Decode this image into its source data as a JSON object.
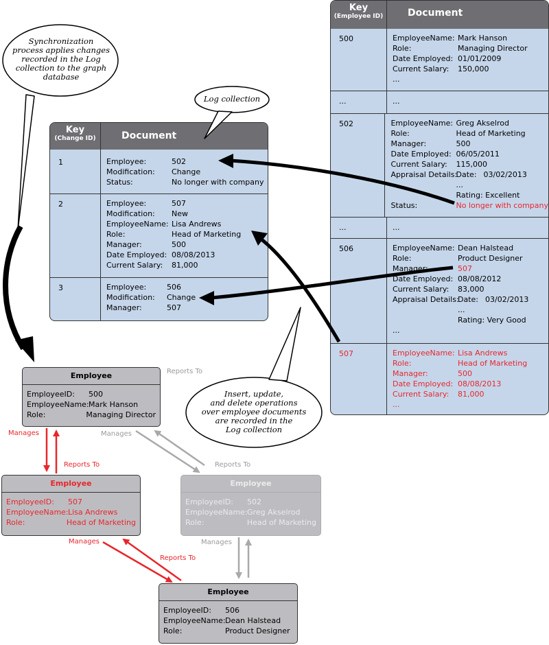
{
  "callouts": {
    "sync": [
      "Synchronization",
      "process applies changes",
      "recorded in the Log",
      "collection to the graph",
      "database"
    ],
    "log": "Log collection",
    "ops": [
      "Insert, update,",
      "and delete operations",
      "over employee documents",
      "are recorded in the",
      "Log collection"
    ]
  },
  "log_table": {
    "key_header": "Key",
    "key_sub": "(Change ID)",
    "doc_header": "Document",
    "rows": [
      {
        "key": "1",
        "fields": [
          [
            "Employee:",
            "502"
          ],
          [
            "Modification:",
            "Change"
          ],
          [
            "Status:",
            "No longer with company"
          ]
        ]
      },
      {
        "key": "2",
        "fields": [
          [
            "Employee:",
            "507"
          ],
          [
            "Modification:",
            "New"
          ],
          [
            "EmployeeName:",
            "Lisa Andrews"
          ],
          [
            "Role:",
            "Head of Marketing"
          ],
          [
            "Manager:",
            "500"
          ],
          [
            "Date Employed:",
            "08/08/2013"
          ],
          [
            "Current Salary:",
            "81,000"
          ]
        ]
      },
      {
        "key": "3",
        "fields": [
          [
            "Employee:",
            "506"
          ],
          [
            "Modification:",
            "Change"
          ],
          [
            "Manager:",
            "507"
          ]
        ]
      }
    ]
  },
  "emp_table": {
    "key_header": "Key",
    "key_sub": "(Employee ID)",
    "doc_header": "Document",
    "r500": {
      "key": "500",
      "fields": [
        [
          "EmployeeName:",
          "Mark Hanson"
        ],
        [
          "Role:",
          "Managing Director"
        ],
        [
          "Date Employed:",
          "01/01/2009"
        ],
        [
          "Current Salary:",
          "150,000"
        ]
      ],
      "more": "..."
    },
    "gap1": {
      "key": "...",
      "doc": "..."
    },
    "r502": {
      "key": "502",
      "fields": [
        [
          "EmployeeName:",
          "Greg Akselrod"
        ],
        [
          "Role:",
          "Head of Marketing"
        ],
        [
          "Manager:",
          "500"
        ],
        [
          "Date Employed:",
          "06/05/2011"
        ],
        [
          "Current Salary:",
          "115,000"
        ]
      ],
      "appraisal_label": "Appraisal Details:",
      "date_label": "Date:",
      "date_value": "03/02/2013",
      "ellipsis": "...",
      "rating": "Rating: Excellent",
      "status_label": "Status:",
      "status_value": "No longer with company"
    },
    "gap2": {
      "key": "...",
      "doc": "..."
    },
    "r506": {
      "key": "506",
      "fields": [
        [
          "EmployeeName:",
          "Dean Halstead"
        ],
        [
          "Role:",
          "Product Designer"
        ],
        [
          "Manager:",
          "507"
        ],
        [
          "Date Employed:",
          "08/08/2012"
        ],
        [
          "Current Salary:",
          "83,000"
        ]
      ],
      "appraisal_label": "Appraisal Details:",
      "date_label": "Date:",
      "date_value": "03/02/2013",
      "ellipsis": "...",
      "rating": "Rating: Very Good",
      "more": "..."
    },
    "r507": {
      "key": "507",
      "fields": [
        [
          "EmployeeName:",
          "Lisa Andrews"
        ],
        [
          "Role:",
          "Head of Marketing"
        ],
        [
          "Manager:",
          "500"
        ],
        [
          "Date Employed:",
          "08/08/2013"
        ],
        [
          "Current Salary:",
          "81,000"
        ]
      ],
      "more": "..."
    }
  },
  "graph": {
    "box_title": "Employee",
    "n500": [
      [
        "EmployeeID:",
        "500"
      ],
      [
        "EmployeeName:",
        "Mark Hanson"
      ],
      [
        "Role:",
        "Managing Director"
      ]
    ],
    "n507": [
      [
        "EmployeeID:",
        "507"
      ],
      [
        "EmployeeName:",
        "Lisa Andrews"
      ],
      [
        "Role:",
        "Head of Marketing"
      ]
    ],
    "n502": [
      [
        "EmployeeID:",
        "502"
      ],
      [
        "EmployeeName:",
        "Greg Akselrod"
      ],
      [
        "Role:",
        "Head of Marketing"
      ]
    ],
    "n506": [
      [
        "EmployeeID:",
        "506"
      ],
      [
        "EmployeeName:",
        "Dean Halstead"
      ],
      [
        "Role:",
        "Product Designer"
      ]
    ],
    "edges": {
      "reports_to": "Reports To",
      "manages": "Manages"
    }
  },
  "colors": {
    "red": "#e8262c",
    "table_fill": "#c5d6ea",
    "header_fill": "#6f6f73",
    "box_fill": "#bdbdc1",
    "faded": "#9a9a9a"
  }
}
